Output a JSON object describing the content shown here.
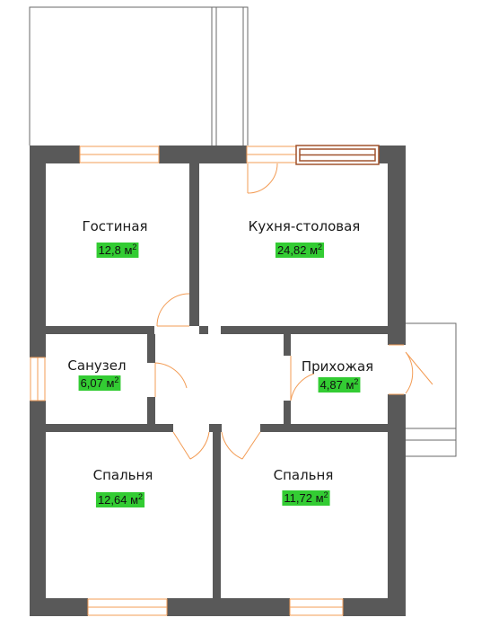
{
  "colors": {
    "wall": "#595959",
    "area_badge": "#33cc33",
    "door_swing": "#f39c55",
    "window_frame": "#f39c55",
    "terrace_line": "#6a6a6a",
    "highlight_window": "#a0522d"
  },
  "area_unit": "м",
  "area_unit_power": "2",
  "rooms": [
    {
      "name": "Гостиная",
      "area": "12,8"
    },
    {
      "name": "Кухня-столовая",
      "area": "24,82"
    },
    {
      "name": "Санузел",
      "area": "6,07"
    },
    {
      "name": "Прихожая",
      "area": "4,87"
    },
    {
      "name": "Спальня",
      "area": "12,64"
    },
    {
      "name": "Спальня",
      "area": "11,72"
    }
  ]
}
